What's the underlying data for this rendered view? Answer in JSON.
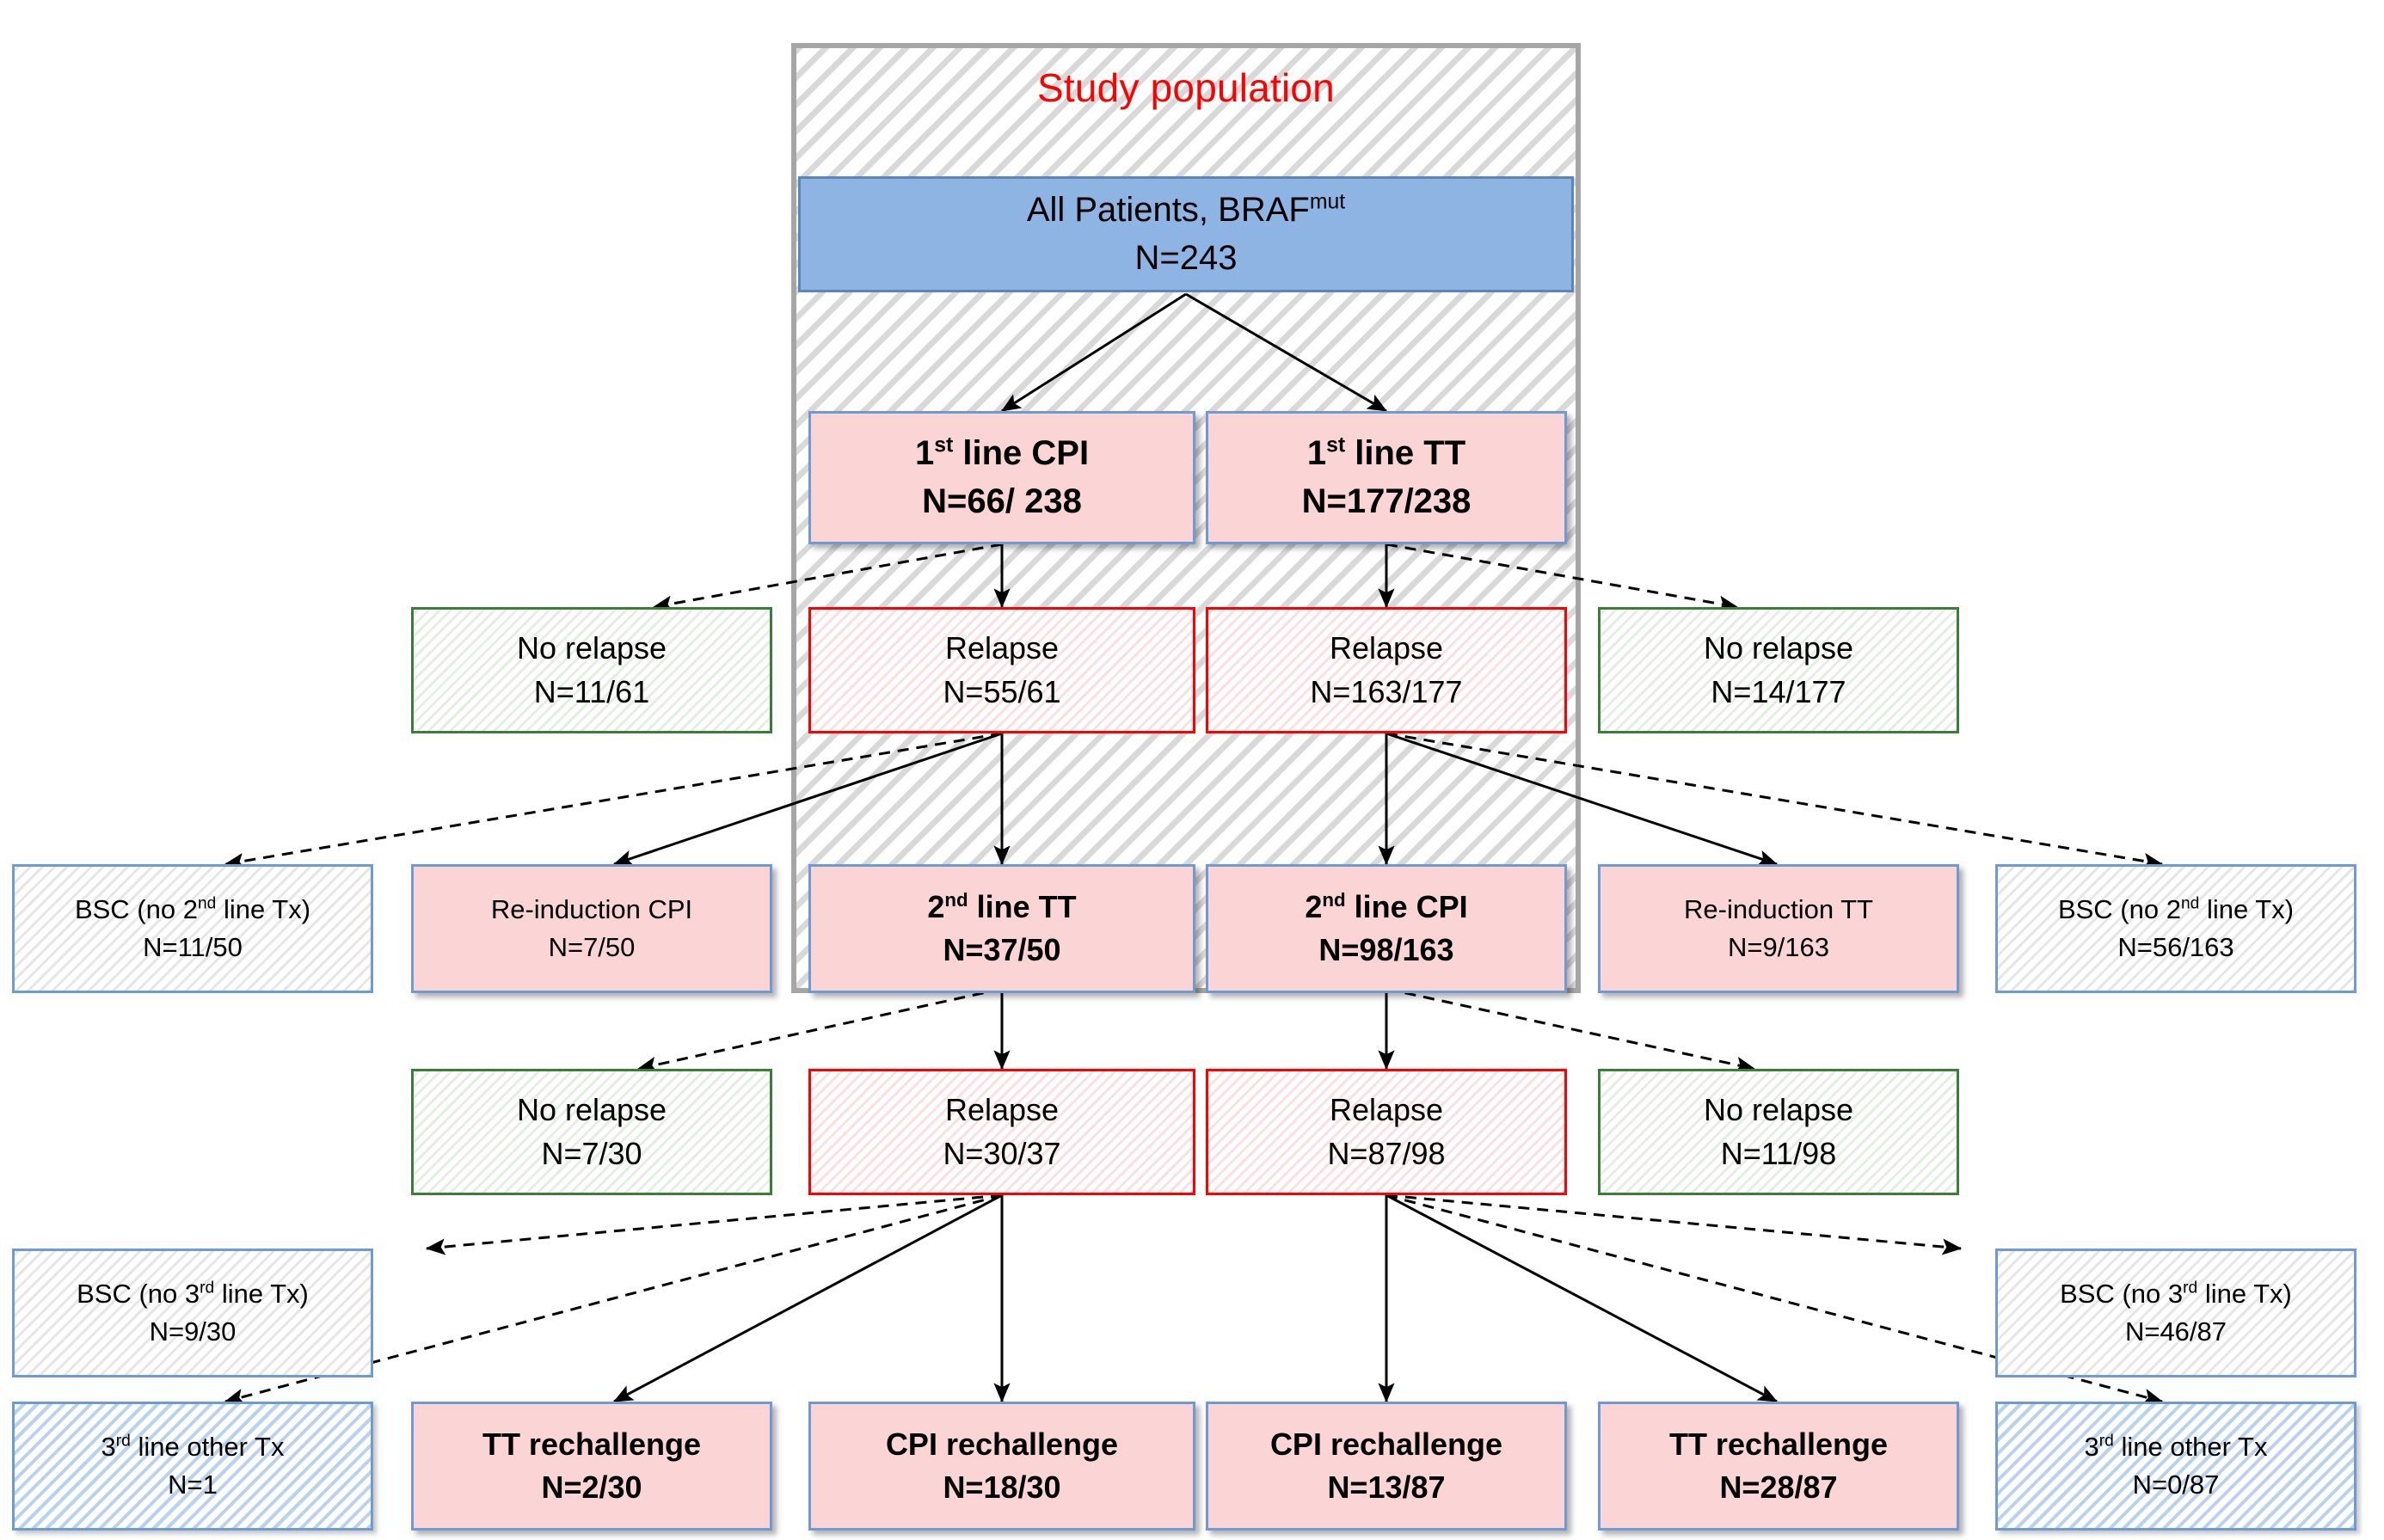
{
  "title": "Study population",
  "colors": {
    "title_red": "#ff0000",
    "node_blue_fill": "#8eb4e3",
    "node_pink_fill": "#fbd5d5",
    "relapse_border_red": "#ff0000",
    "norelapse_border_green": "#3c7d3c",
    "box_border_blue": "#6f9ad4",
    "band_border_gray": "#a6a6a6"
  },
  "chart_data": {
    "type": "diagram",
    "title": "Study population",
    "nodes": [
      {
        "id": "root",
        "line1": "All Patients, BRAF",
        "sup": "mut",
        "line2": "N=243",
        "style": "fill-blue",
        "bold": false
      },
      {
        "id": "l1cpi",
        "line1": "1",
        "sup": "st",
        "line1_rest": " line CPI",
        "line2": "N=66/ 238",
        "style": "fill-pink",
        "bold": true
      },
      {
        "id": "l1tt",
        "line1": "1",
        "sup": "st",
        "line1_rest": " line TT",
        "line2": "N=177/238",
        "style": "fill-pink",
        "bold": true
      },
      {
        "id": "norelapse-cpi1",
        "line1": "No relapse",
        "line2": "N=11/61",
        "style": "outline-green",
        "bold": false
      },
      {
        "id": "relapse-cpi1",
        "line1": "Relapse",
        "line2": "N=55/61",
        "style": "outline-red",
        "bold": false
      },
      {
        "id": "relapse-tt1",
        "line1": "Relapse",
        "line2": "N=163/177",
        "style": "outline-red",
        "bold": false
      },
      {
        "id": "norelapse-tt1",
        "line1": "No relapse",
        "line2": "N=14/177",
        "style": "outline-green",
        "bold": false
      },
      {
        "id": "bsc2-left",
        "line1": "BSC (no 2",
        "sup": "nd",
        "line1_rest": " line Tx)",
        "line2": "N=11/50",
        "style": "hatch-gray",
        "bold": false
      },
      {
        "id": "reind-cpi",
        "line1": "Re-induction CPI",
        "line2": "N=7/50",
        "style": "fill-pink",
        "bold": false
      },
      {
        "id": "l2tt",
        "line1": "2",
        "sup": "nd",
        "line1_rest": " line TT",
        "line2": "N=37/50",
        "style": "fill-pink",
        "bold": true
      },
      {
        "id": "l2cpi",
        "line1": "2",
        "sup": "nd",
        "line1_rest": " line CPI",
        "line2": "N=98/163",
        "style": "fill-pink",
        "bold": true
      },
      {
        "id": "reind-tt",
        "line1": "Re-induction TT",
        "line2": "N=9/163",
        "style": "fill-pink",
        "bold": false
      },
      {
        "id": "bsc2-right",
        "line1": "BSC (no 2",
        "sup": "nd",
        "line1_rest": " line Tx)",
        "line2": "N=56/163",
        "style": "hatch-gray",
        "bold": false
      },
      {
        "id": "norelapse-tt2",
        "line1": "No relapse",
        "line2": "N=7/30",
        "style": "outline-green",
        "bold": false
      },
      {
        "id": "relapse-tt2",
        "line1": "Relapse",
        "line2": "N=30/37",
        "style": "outline-red",
        "bold": false
      },
      {
        "id": "relapse-cpi2",
        "line1": "Relapse",
        "line2": "N=87/98",
        "style": "outline-red",
        "bold": false
      },
      {
        "id": "norelapse-cpi2",
        "line1": "No relapse",
        "line2": "N=11/98",
        "style": "outline-green",
        "bold": false
      },
      {
        "id": "bsc3-left",
        "line1": "BSC (no 3",
        "sup": "rd",
        "line1_rest": " line Tx)",
        "line2": "N=9/30",
        "style": "hatch-gray",
        "bold": false
      },
      {
        "id": "bsc3-right",
        "line1": "BSC (no 3",
        "sup": "rd",
        "line1_rest": " line Tx)",
        "line2": "N=46/87",
        "style": "hatch-gray",
        "bold": false
      },
      {
        "id": "other3-left",
        "line1": "3",
        "sup": "rd",
        "line1_rest": " line other Tx",
        "line2": "N=1",
        "style": "hatch-blue",
        "bold": false
      },
      {
        "id": "tt-rech-left",
        "line1": "TT rechallenge",
        "line2": "N=2/30",
        "style": "fill-pink",
        "bold": true
      },
      {
        "id": "cpi-rech-left",
        "line1": "CPI rechallenge",
        "line2": "N=18/30",
        "style": "fill-pink",
        "bold": true
      },
      {
        "id": "cpi-rech-right",
        "line1": "CPI rechallenge",
        "line2": "N=13/87",
        "style": "fill-pink",
        "bold": true
      },
      {
        "id": "tt-rech-right",
        "line1": "TT rechallenge",
        "line2": "N=28/87",
        "style": "fill-pink",
        "bold": true
      },
      {
        "id": "other3-right",
        "line1": "3",
        "sup": "rd",
        "line1_rest": " line other Tx",
        "line2": "N=0/87",
        "style": "hatch-blue",
        "bold": false
      }
    ]
  },
  "nodes": {
    "root": {
      "line1": "All Patients, BRAF",
      "sup": "mut",
      "line1_rest": "",
      "line2": "N=243"
    },
    "l1cpi": {
      "line1": "1",
      "sup": "st",
      "line1_rest": " line CPI",
      "line2": "N=66/ 238"
    },
    "l1tt": {
      "line1": "1",
      "sup": "st",
      "line1_rest": " line TT",
      "line2": "N=177/238"
    },
    "norelapse_cpi1": {
      "line1": "No relapse",
      "line2": "N=11/61"
    },
    "relapse_cpi1": {
      "line1": "Relapse",
      "line2": "N=55/61"
    },
    "relapse_tt1": {
      "line1": "Relapse",
      "line2": "N=163/177"
    },
    "norelapse_tt1": {
      "line1": "No relapse",
      "line2": "N=14/177"
    },
    "bsc2_left": {
      "line1": "BSC (no 2",
      "sup": "nd",
      "line1_rest": " line Tx)",
      "line2": "N=11/50"
    },
    "reind_cpi": {
      "line1": "Re-induction CPI",
      "line2": "N=7/50"
    },
    "l2tt": {
      "line1": "2",
      "sup": "nd",
      "line1_rest": " line TT",
      "line2": "N=37/50"
    },
    "l2cpi": {
      "line1": "2",
      "sup": "nd",
      "line1_rest": " line CPI",
      "line2": "N=98/163"
    },
    "reind_tt": {
      "line1": "Re-induction TT",
      "line2": "N=9/163"
    },
    "bsc2_right": {
      "line1": "BSC (no 2",
      "sup": "nd",
      "line1_rest": " line Tx)",
      "line2": "N=56/163"
    },
    "norelapse_tt2": {
      "line1": "No relapse",
      "line2": "N=7/30"
    },
    "relapse_tt2": {
      "line1": "Relapse",
      "line2": "N=30/37"
    },
    "relapse_cpi2": {
      "line1": "Relapse",
      "line2": "N=87/98"
    },
    "norelapse_cpi2": {
      "line1": "No relapse",
      "line2": "N=11/98"
    },
    "bsc3_left": {
      "line1": "BSC (no 3",
      "sup": "rd",
      "line1_rest": " line Tx)",
      "line2": "N=9/30"
    },
    "bsc3_right": {
      "line1": "BSC (no 3",
      "sup": "rd",
      "line1_rest": " line Tx)",
      "line2": "N=46/87"
    },
    "other3_left": {
      "line1": "3",
      "sup": "rd",
      "line1_rest": " line other Tx",
      "line2": "N=1"
    },
    "tt_rech_left": {
      "line1": "TT rechallenge",
      "line2": "N=2/30"
    },
    "cpi_rech_left": {
      "line1": "CPI rechallenge",
      "line2": "N=18/30"
    },
    "cpi_rech_right": {
      "line1": "CPI rechallenge",
      "line2": "N=13/87"
    },
    "tt_rech_right": {
      "line1": "TT rechallenge",
      "line2": "N=28/87"
    },
    "other3_right": {
      "line1": "3",
      "sup": "rd",
      "line1_rest": " line other Tx",
      "line2": "N=0/87"
    }
  }
}
